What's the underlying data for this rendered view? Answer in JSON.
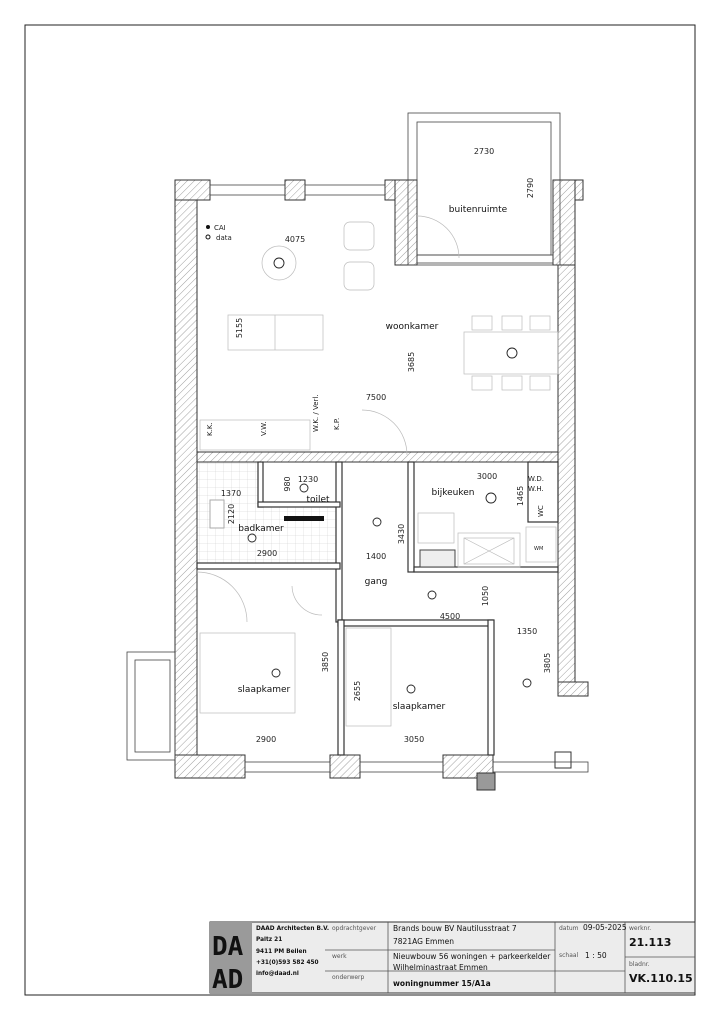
{
  "rooms": {
    "woonkamer": "woonkamer",
    "buitenruimte": "buitenruimte",
    "bijkeuken": "bijkeuken",
    "toilet": "toilet",
    "badkamer": "badkamer",
    "gang": "gang",
    "slaapkamer_1": "slaapkamer",
    "slaapkamer_2": "slaapkamer"
  },
  "dimensions": {
    "woonkamer_width": "7500",
    "woonkamer_depth": "3685",
    "woonkamer_sofa": "4075",
    "woonkamer_side": "5155",
    "buitenruimte_width": "2730",
    "buitenruimte_depth": "2790",
    "bijkeuken_width": "3000",
    "bijkeuken_depth": "1465",
    "toilet_width": "1230",
    "toilet_depth": "980",
    "badkamer_width1": "1370",
    "badkamer_depth": "2120",
    "badkamer_width2": "2900",
    "gang_width": "1400",
    "gang_depth": "3430",
    "gang_lower": "4500",
    "gang_lower_depth": "1050",
    "slaapkamer1_width": "2900",
    "slaapkamer1_depth": "3850",
    "slaapkamer2_width": "3050",
    "slaapkamer2_depth": "2655",
    "right_width": "1350",
    "right_depth": "3805"
  },
  "symbols": {
    "cai": "CAI",
    "data": "data",
    "kk": "K.K.",
    "vw": "V.W.",
    "wk_verl": "W.K. / Verl.",
    "kp": "K.P.",
    "wd": "W.D.",
    "wh": "W.H.",
    "wc": "WC",
    "wm": "WM"
  },
  "title_block": {
    "logo": [
      "DA",
      "AD"
    ],
    "company": [
      "DAAD Architecten B.V.",
      "Paltz 21",
      "9411 PM Beilen",
      "+31(0)593 582 450",
      "info@daad.nl"
    ],
    "opdrachtgever_label": "opdrachtgever",
    "opdrachtgever": [
      "Brands bouw BV Nautilusstraat 7",
      "7821AG  Emmen"
    ],
    "werk_label": "werk",
    "werk": [
      "Nieuwbouw 56 woningen + parkeerkelder",
      "Wilhelminastraat Emmen"
    ],
    "onderwerp_label": "onderwerp",
    "onderwerp": "woningnummer 15/A1a",
    "datum_label": "datum",
    "datum": "09-05-2025",
    "schaal_label": "schaal",
    "schaal": "1 : 50",
    "werknr_label": "werknr.",
    "werknr": "21.113",
    "bladnr_label": "bladnr.",
    "bladnr": "VK.110.15"
  }
}
